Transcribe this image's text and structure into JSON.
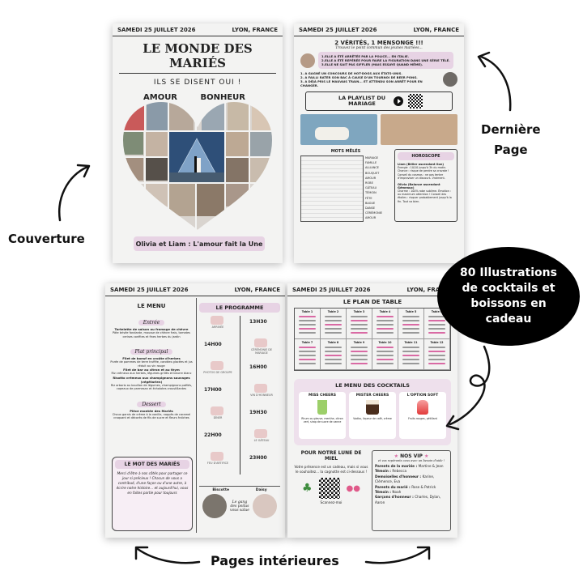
{
  "cover": {
    "date": "SAMEDI 25 JUILLET 2026",
    "place": "LYON, FRANCE",
    "title": "LE MONDE DES MARIÉS",
    "subtitle": "ILS SE DISENT OUI !",
    "word_left": "AMOUR",
    "word_right": "BONHEUR",
    "banner": "Olivia et Liam : L'amour fait la Une"
  },
  "last_page": {
    "date": "SAMEDI 25 JUILLET 2026",
    "place": "LYON, FRANCE",
    "game_title": "2 VÉRITÉS, 1 MENSONGE !!!",
    "game_sub": "Trouvez le point commun des jeunes mariées...",
    "facts": [
      "1.ELLE A ÉTÉ ARRÊTÉE PAR LA POLICE... EN ITALIE.",
      "2.ELLE A ÉTÉ REPÉRÉE POUR FAIRE LA FIGURATION DANS UNE SÉRIE TÉLÉ.",
      "3.ELLE NE SAIT PAS SIFFLER (MAIS ESSAYE QUAND MÊME)."
    ],
    "facts2": [
      "1. A GAGNÉ UN CONCOURS DE HOT-DOGS AUX ÉTATS-UNIS.",
      "2. A FAILLI RATER SON BAC À CAUSE D'UN TOURNOI DE BEER PONG.",
      "3. A DÉJÀ PRIS LE MAUVAIS TRAIN... ET ATTENDU SON ARRÊT POUR EN CHANGER."
    ],
    "playlist": "LA PLAYLIST DU MARIAGE",
    "crossword": "MOTS MÊLÉS",
    "words": [
      "MARIAGE",
      "FAMILLE",
      "ALLIANCE",
      "BOUQUET",
      "AMOUR",
      "ROBE",
      "GÂTEAU",
      "TÉMOIN",
      "FÊTE",
      "BAGUE",
      "DANSE",
      "CÉRÉMONIE",
      "AMOUR"
    ],
    "horoscope": "HOROSCOPE",
    "horo1_title": "Liam (Bélier ascendant lion)",
    "horo1_text": "Énergie : 10/10 jusqu'à 3h du matin. Chance : risque de perdre sa cravate ! Conseil du cosmos : ne pas tenter d'improviser un discours. Vraiment.",
    "horo2_title": "Olivia (Balance ascendant Gémeaux)",
    "horo2_text": "Charme : 100% robe sublime. Émotion : au maximum attention ! Conseil des étoiles : risquer probablement jusqu'à la fin. Tout va bien."
  },
  "inner_left": {
    "date": "SAMEDI 25 JUILLET 2026",
    "place": "LYON, FRANCE",
    "menu_title": "LE MENU",
    "entree_h": "Entrée",
    "entree": "Tartelette de saison au fromage de chèvre",
    "entree_d": "Pâte brisée fondante, mousse de chèvre frais, tomates cerises confites et fines herbes du jardin",
    "plat_h": "Plat principal",
    "plat1": "Filet de boeuf en croûte d'herbes",
    "plat1_d": "Purée de pommes de terre truffée, carottes glacées et jus réduit au vin rouge",
    "plat2": "Filet de bar au citron et au thym",
    "plat2_d": "Riz crémeux aux herbes, légumes grillés et beurre blanc",
    "plat3": "Risotto crémeux aux champignons sauvages (végétarien)",
    "plat3_d": "Riz arborio au bouillon de légumes, champignons poêlés, copeaux de parmesan et échalotes croustillantes",
    "dessert_h": "Dessert",
    "dessert": "Pièce montée des Mariés",
    "dessert_d": "Choux garnis de crème à la vanille, nappés de caramel croquant et décorés de fils de sucre et fleurs fraîches",
    "mot_title": "LE MOT DES MARIÉS",
    "mot_text": "Merci d'être à nos côtés pour partager ce jour si précieux ! Chacun de vous a contribué, d'une façon ou d'une autre, à écrire notre histoire... et aujourd'hui, vous en faites partie pour toujours",
    "prog_title": "LE PROGRAMME",
    "program": [
      {
        "time": "13H30",
        "label": "ARRIVÉE"
      },
      {
        "time": "14H00",
        "label": "CÉRÉMONIE DE MARIAGE"
      },
      {
        "time": "16H00",
        "label": "PHOTOS DE GROUPE"
      },
      {
        "time": "17H00",
        "label": "VIN D'HONNEUR"
      },
      {
        "time": "19H30",
        "label": "DÎNER"
      },
      {
        "time": "22H00",
        "label": "LE GÂTEAU"
      },
      {
        "time": "23H00",
        "label": "FEU D'ARTIFICE"
      }
    ],
    "pet1": "Biscotte",
    "pet2": "Daisy",
    "pet_script": "Le gang des poilus vous salue"
  },
  "inner_right": {
    "date": "SAMEDI 25 JUILLET 2026",
    "place": "LYON, FRANCE",
    "plan_title": "LE PLAN DE TABLE",
    "tables": [
      "Table 1",
      "Table 2",
      "Table 3",
      "Table 4",
      "Table 5",
      "Table 6",
      "Table 7",
      "Table 8",
      "Table 9",
      "Table 10",
      "Table 11",
      "Table 12"
    ],
    "cocktail_title": "LE MENU DES COCKTAILS",
    "cocktails": [
      {
        "name": "MISS CHEERS",
        "desc": "Rhum ou gleuve, menthe, citron vert, sirop de sucre de canne"
      },
      {
        "name": "MISTER CHEERS",
        "desc": "Vodka, liqueur de café, crème"
      },
      {
        "name": "L'OPTION SOFT",
        "desc": "Fruits rouges, pétillant"
      }
    ],
    "honeymoon_title": "POUR NOTRE LUNE DE MIEL",
    "honeymoon_text": "Votre présence est un cadeau, mais si vous le souhaitez... la cagnotte est ci-dessous !",
    "scan": "Scannez-moi",
    "vip_title": "NOS VIP",
    "vip_script": "et vos repérants ceux avec un besoin d'aide !",
    "vip": [
      {
        "k": "Parents de la mariée",
        "v": "Martine & Jean"
      },
      {
        "k": "Témoin",
        "v": "Rebecca"
      },
      {
        "k": "Demoiselles d'honneur",
        "v": "Karine, Clémence, Eva"
      },
      {
        "k": "Parents du marié",
        "v": "Rose & Patrick"
      },
      {
        "k": "Témoin",
        "v": "Noah"
      },
      {
        "k": "Garçons d'honneur",
        "v": "Charles, Dylan, Aaron"
      }
    ]
  },
  "labels": {
    "couverture": "Couverture",
    "derniere": "Dernière\nPage",
    "bubble": "80 Illustrations de cocktails et boissons en cadeau",
    "pages_int": "Pages intérieures"
  },
  "colors": {
    "pink": "#e7d3e4",
    "accent_pink": "#d96aa4",
    "black": "#111111"
  }
}
